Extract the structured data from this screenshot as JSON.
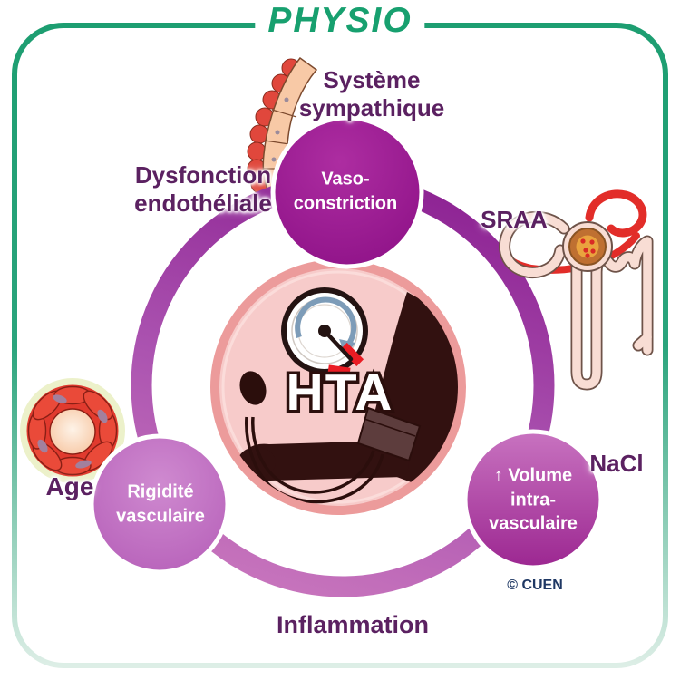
{
  "title": "PHYSIO",
  "center": {
    "label": "HTA"
  },
  "nodes": {
    "vasoconstriction": {
      "lines": [
        "Vaso-",
        "constriction"
      ]
    },
    "rigidite": {
      "lines": [
        "Rigidité",
        "vasculaire"
      ]
    },
    "volume": {
      "lines": [
        "↑ Volume",
        "intra-",
        "vasculaire"
      ]
    }
  },
  "labels": {
    "sympathique": {
      "lines": [
        "Système",
        "sympathique"
      ]
    },
    "dysfonction": {
      "lines": [
        "Dysfonction",
        "endothéliale"
      ]
    },
    "sraa": "SRAA",
    "nacl": "NaCl",
    "age": "Age",
    "inflammation": "Inflammation"
  },
  "credit": "© CUEN",
  "icons": {
    "artery": "artery-wall-icon",
    "nephron": "nephron-icon",
    "vessel": "vessel-cross-section-icon",
    "gauge": "blood-pressure-gauge-icon",
    "arm": "arm-with-cuff-icon"
  },
  "colors": {
    "frame_green": "#1d9e71",
    "title_green": "#17a06f",
    "label_purple": "#5b2161",
    "ring_top": "#8e2494",
    "ring_bottom": "#c673bc",
    "node_vaso_dark": "#8a0e84",
    "node_rigidite": "#b157b4",
    "node_volume_dark": "#9c2791",
    "center_fill": "#f7cbca",
    "center_border": "#ec9b9b",
    "silhouette_brown": "#321110",
    "red_accent": "#e13a2e",
    "credit_navy": "#1f3864"
  }
}
